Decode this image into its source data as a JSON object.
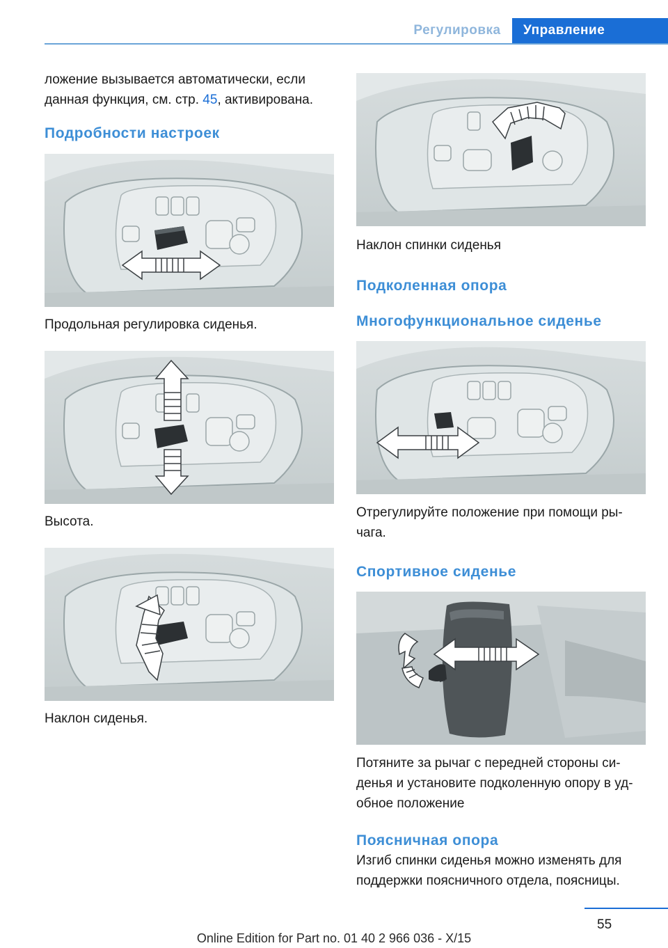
{
  "header": {
    "tab_inactive": "Регулировка",
    "tab_active": "Управление"
  },
  "left": {
    "intro_line1": "ложение вызывается автоматически, если",
    "intro_line2_pre": "данная функция, см. стр. ",
    "intro_link": "45",
    "intro_line2_post": ", активирована.",
    "heading_details": "Подробности настроек",
    "caption_longitudinal": "Продольная регулировка сиденья.",
    "caption_height": "Высота.",
    "caption_tilt": "Наклон сиденья."
  },
  "right": {
    "caption_backrest": "Наклон спинки сиденья",
    "heading_thigh": "Подколенная опора",
    "heading_multi": "Многофункциональное сиденье",
    "caption_lever_line1": "Отрегулируйте положение при помощи ры‐",
    "caption_lever_line2": "чага.",
    "heading_sport": "Спортивное сиденье",
    "caption_sport_line1": "Потяните за рычаг с передней стороны си‐",
    "caption_sport_line2": "денья и установите подколенную опору в уд‐",
    "caption_sport_line3": "обное положение",
    "heading_lumbar": "Поясничная опора",
    "lumbar_line1": "Изгиб спинки сиденья можно изменять для",
    "lumbar_line2": "поддержки поясничного отдела, поясницы."
  },
  "footer": {
    "page_number": "55",
    "edition": "Online Edition for Part no. 01 40 2 966 036 - X/15"
  },
  "colors": {
    "accent": "#1a6ed6",
    "heading": "#3d8ed6",
    "rule": "#6aa4d8"
  }
}
